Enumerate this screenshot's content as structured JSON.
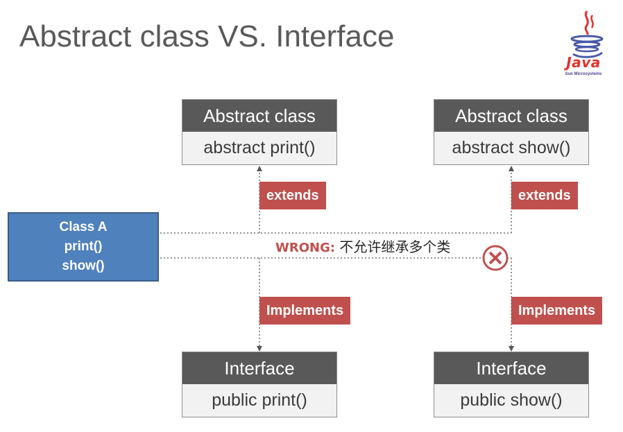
{
  "title": "Abstract class VS. Interface",
  "logo": {
    "word": "Java",
    "subtitle": "Sun Microsystems"
  },
  "class_a": {
    "lines": [
      "Class A",
      "print()",
      "show()"
    ]
  },
  "left": {
    "abstract": {
      "head": "Abstract class",
      "method": "abstract print()"
    },
    "extends_label": "extends",
    "implements_label": "Implements",
    "interface": {
      "head": "Interface",
      "method": "public print()"
    }
  },
  "right": {
    "abstract": {
      "head": "Abstract class",
      "method": "abstract show()"
    },
    "extends_label": "extends",
    "implements_label": "Implements",
    "interface": {
      "head": "Interface",
      "method": "public show()"
    }
  },
  "wrong": {
    "label": "WRONG:",
    "text": "不允许继承多个类"
  },
  "colors": {
    "box_header": "#595959",
    "box_body": "#f2f2f2",
    "tag": "#c0504d",
    "class_a": "#4f81bd",
    "error": "#c0504d"
  }
}
